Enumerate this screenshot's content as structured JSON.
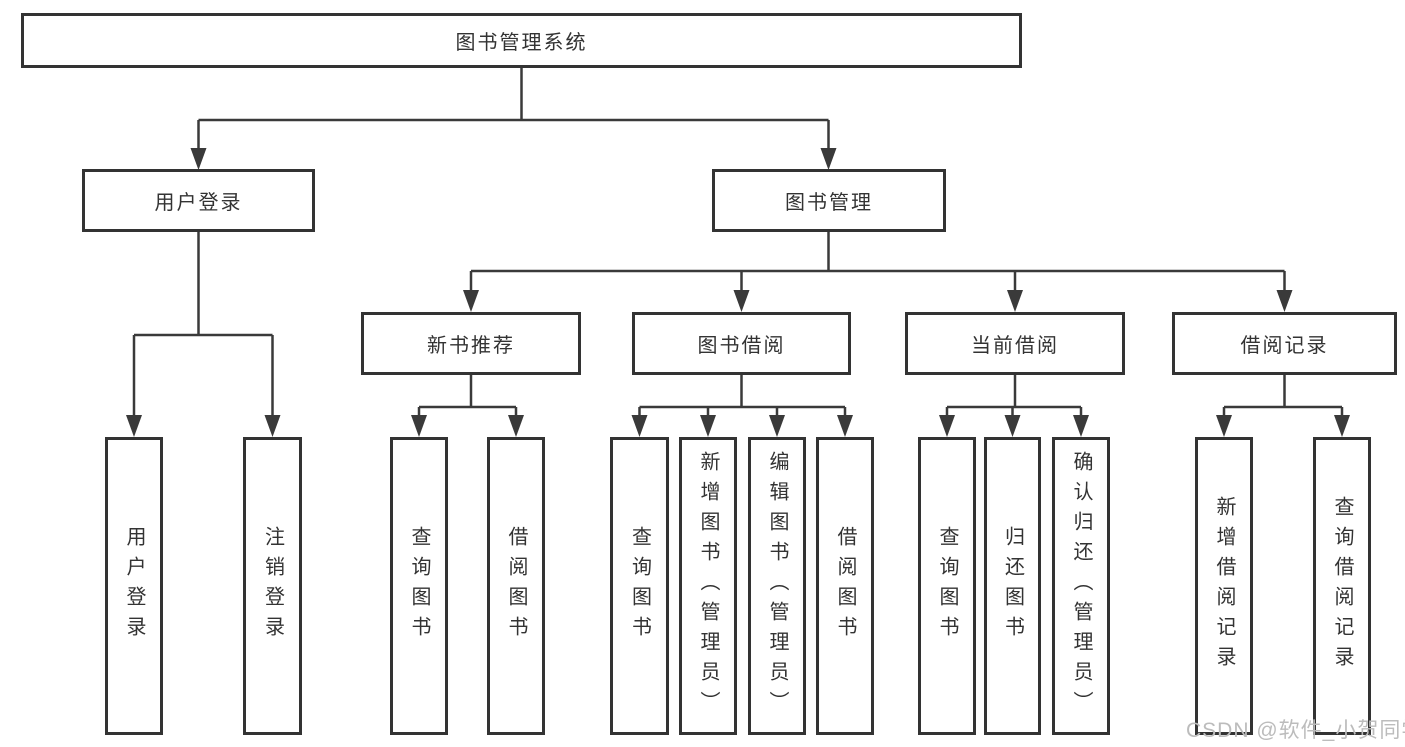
{
  "diagram": {
    "title": "图书管理系统",
    "level2": {
      "user_login": "用户登录",
      "book_mgmt": "图书管理"
    },
    "level3": {
      "new_rec": "新书推荐",
      "borrow": "图书借阅",
      "current": "当前借阅",
      "record": "借阅记录"
    },
    "leaves": {
      "login": [
        "用户登录",
        "注销登录"
      ],
      "new_rec": [
        "查询图书",
        "借阅图书"
      ],
      "borrow": [
        "查询图书",
        "新增图书（管理员）",
        "编辑图书（管理员）",
        "借阅图书"
      ],
      "current": [
        "查询图书",
        "归还图书",
        "确认归还（管理员）"
      ],
      "record": [
        "新增借阅记录",
        "查询借阅记录"
      ]
    }
  },
  "watermark": "CSDN @软件_小贺同学",
  "colors": {
    "line": "#3a3a3a",
    "box_border": "#333333",
    "text": "#333333",
    "watermark": "#bcbcbc",
    "background": "#ffffff"
  }
}
